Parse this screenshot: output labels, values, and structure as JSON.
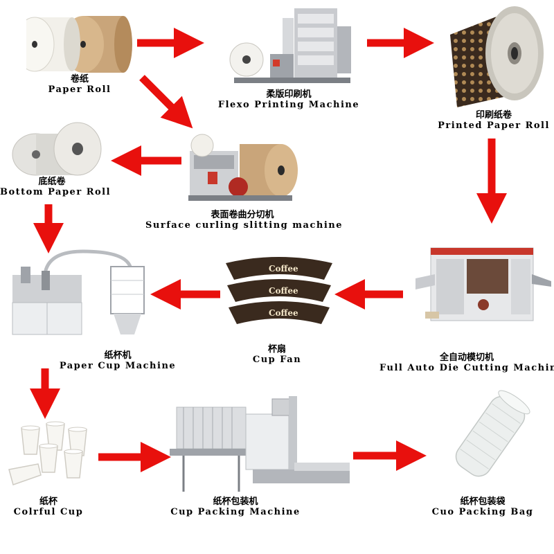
{
  "colors": {
    "arrow": "#e8100d",
    "machine": "#d8dade",
    "paper": "#f4f1ea",
    "kraft": "#c9a57a",
    "print": "#3a2a1e"
  },
  "nodes": {
    "paper_roll": {
      "zh": "卷纸",
      "en": "Paper Roll",
      "icon": "paper-roll-icon"
    },
    "flexo": {
      "zh": "柔版印刷机",
      "en": "Flexo Printing Machine",
      "icon": "printing-machine-icon"
    },
    "printed_roll": {
      "zh": "印刷纸卷",
      "en": "Printed Paper Roll",
      "icon": "printed-roll-icon"
    },
    "bottom_roll": {
      "zh": "底纸卷",
      "en": "Bottom Paper Roll",
      "icon": "bottom-roll-icon"
    },
    "slitting": {
      "zh": "表面卷曲分切机",
      "en": "Surface curling slitting machine",
      "icon": "slitting-machine-icon"
    },
    "die_cutting": {
      "zh": "全自动模切机",
      "en": "Full Auto Die Cutting Machine",
      "icon": "die-cutting-machine-icon"
    },
    "cup_fan": {
      "zh": "杯扇",
      "en": "Cup Fan",
      "icon": "cup-fan-icon",
      "print_text": "Coffee"
    },
    "cup_machine": {
      "zh": "纸杯机",
      "en": "Paper Cup Machine",
      "icon": "cup-machine-icon"
    },
    "colorful_cup": {
      "zh": "纸杯",
      "en": "Colrful Cup",
      "icon": "paper-cups-icon"
    },
    "packing_machine": {
      "zh": "纸杯包装机",
      "en": "Cup Packing Machine",
      "icon": "packing-machine-icon"
    },
    "packing_bag": {
      "zh": "纸杯包装袋",
      "en": "Cuo Packing Bag",
      "icon": "packing-bag-icon"
    }
  }
}
